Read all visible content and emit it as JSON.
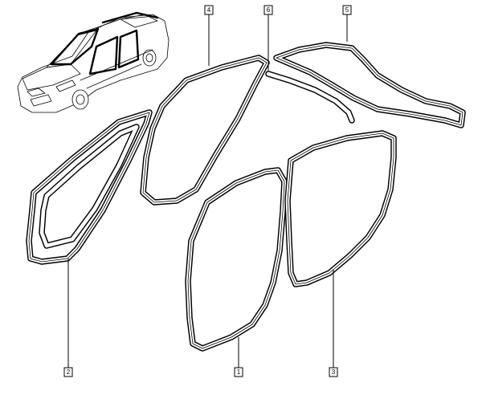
{
  "parts": [
    {
      "id": "part-1",
      "label": "1"
    },
    {
      "id": "part-2",
      "label": "2"
    },
    {
      "id": "part-3",
      "label": "3"
    },
    {
      "id": "part-4",
      "label": "4"
    },
    {
      "id": "part-5",
      "label": "5"
    },
    {
      "id": "part-6",
      "label": "6"
    }
  ],
  "icons": {
    "vehicle": "car-overview-icon"
  }
}
